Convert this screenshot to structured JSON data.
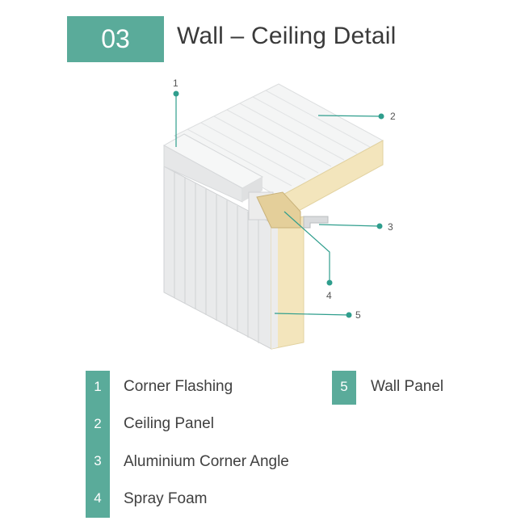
{
  "header": {
    "number": "03",
    "title": "Wall – Ceiling Detail"
  },
  "callouts": [
    "1",
    "2",
    "3",
    "4",
    "5"
  ],
  "legend": [
    {
      "num": "1",
      "label": "Corner Flashing"
    },
    {
      "num": "2",
      "label": "Ceiling Panel"
    },
    {
      "num": "3",
      "label": "Aluminium Corner Angle"
    },
    {
      "num": "4",
      "label": "Spray Foam"
    },
    {
      "num": "5",
      "label": "Wall Panel"
    }
  ],
  "colors": {
    "accent": "#5aab9a",
    "panel_white": "#f1f2f2",
    "foam": "#f4e6bd",
    "text": "#404040"
  }
}
